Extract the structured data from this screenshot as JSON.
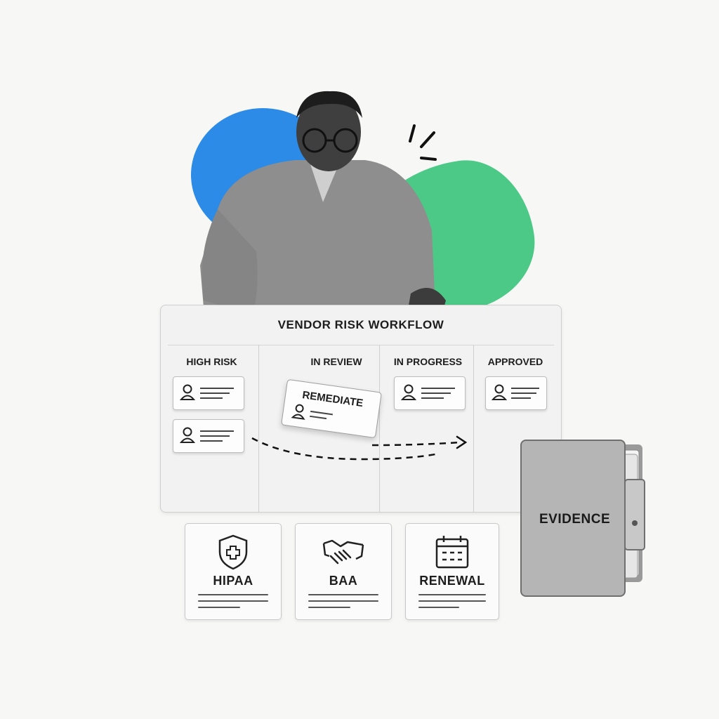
{
  "board": {
    "title": "VENDOR RISK WORKFLOW",
    "columns": [
      "HIGH RISK",
      "IN REVIEW",
      "IN PROGRESS",
      "APPROVED"
    ],
    "dragging_card": {
      "label": "REMEDIATE"
    }
  },
  "tiles": [
    {
      "label": "HIPAA",
      "icon": "shield-plus-icon"
    },
    {
      "label": "BAA",
      "icon": "handshake-icon"
    },
    {
      "label": "RENEWAL",
      "icon": "calendar-icon"
    }
  ],
  "binder": {
    "label": "EVIDENCE"
  },
  "colors": {
    "blue_blob": "#2b8be6",
    "green_blob": "#4cc986"
  }
}
